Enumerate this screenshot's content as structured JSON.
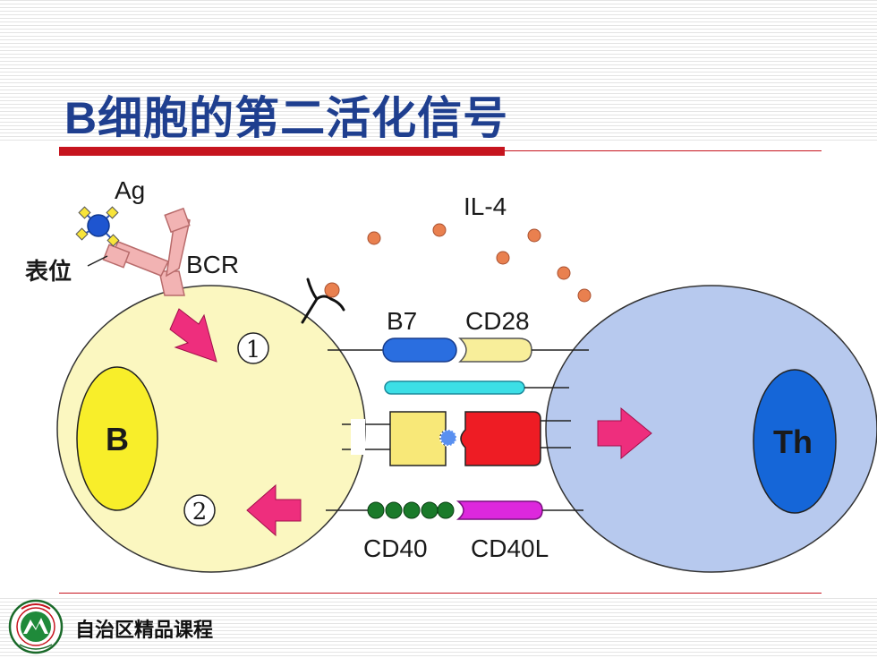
{
  "slide": {
    "title": "B细胞的第二活化信号",
    "footer": "自治区精品课程"
  },
  "diagram": {
    "labels": {
      "ag": "Ag",
      "epitope": "表位",
      "bcr": "BCR",
      "il4": "IL-4",
      "b7": "B7",
      "cd28": "CD28",
      "cd40": "CD40",
      "cd40l": "CD40L",
      "b_cell": "B",
      "th_cell": "Th",
      "step1": "1",
      "step2": "2"
    },
    "colors": {
      "b_cell_body": "#fbf7c0",
      "b_nucleus": "#f8ee2a",
      "th_cell_body": "#b7c9ee",
      "th_nucleus": "#1566d8",
      "arrow": "#ee2e7d",
      "cytokine_dot": "#e9804f",
      "b7": "#2a6ee0",
      "cd28": "#f8ee9a",
      "cyan_bar": "#3cdfe6",
      "mhc": "#f8e878",
      "tcr": "#ee1c24",
      "cd40": "#1a7a2a",
      "cd40l": "#dd28dd",
      "bcr": "#f2b3b3"
    }
  }
}
